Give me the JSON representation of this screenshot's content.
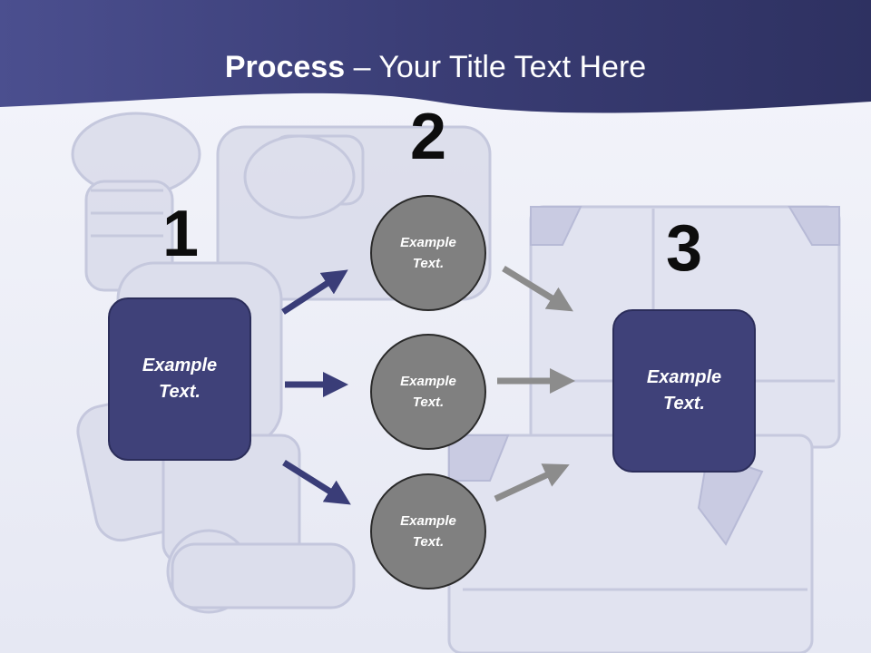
{
  "header": {
    "title_bold": "Process",
    "title_rest": " – Your Title Text Here",
    "band_color": "#3e4179"
  },
  "steps": {
    "one": {
      "number": "1",
      "text": "Example\nText."
    },
    "two": {
      "number": "2"
    },
    "three": {
      "number": "3",
      "text": "Example\nText."
    }
  },
  "circles": [
    {
      "text": "Example\nText."
    },
    {
      "text": "Example\nText."
    },
    {
      "text": "Example\nText."
    }
  ],
  "colors": {
    "box_fill": "#3f4179",
    "circle_fill": "#808080",
    "left_arrow": "#3a3d78",
    "right_arrow": "#8c8c8c"
  }
}
